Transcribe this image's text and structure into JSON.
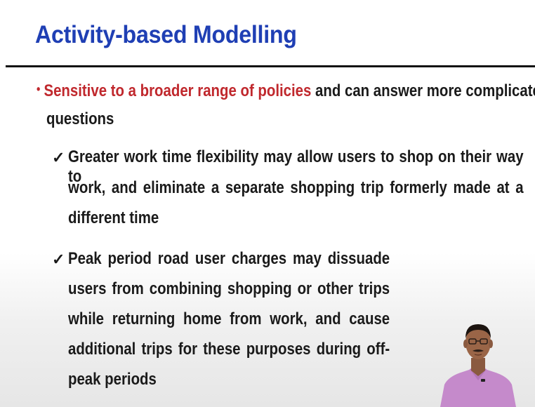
{
  "slide": {
    "title": "Activity-based Modelling",
    "bullet": {
      "highlight": "Sensitive to a broader range of policies",
      "rest": " and can answer more complicated",
      "continuation": "questions"
    },
    "sub_items": [
      {
        "lines": [
          "Greater work time flexibility may allow users to shop on their way to",
          "work, and eliminate a separate shopping trip formerly made at a",
          "different time"
        ]
      },
      {
        "lines": [
          "Peak period road user charges may dissuade",
          "users from combining shopping or other trips",
          "while returning home from work, and cause",
          "additional trips for these purposes during off-",
          "peak periods"
        ]
      }
    ],
    "check_glyph": "✓",
    "bullet_glyph": "•",
    "colors": {
      "title": "#1f3fb4",
      "highlight": "#c0282d",
      "text": "#1a1a1a"
    }
  }
}
